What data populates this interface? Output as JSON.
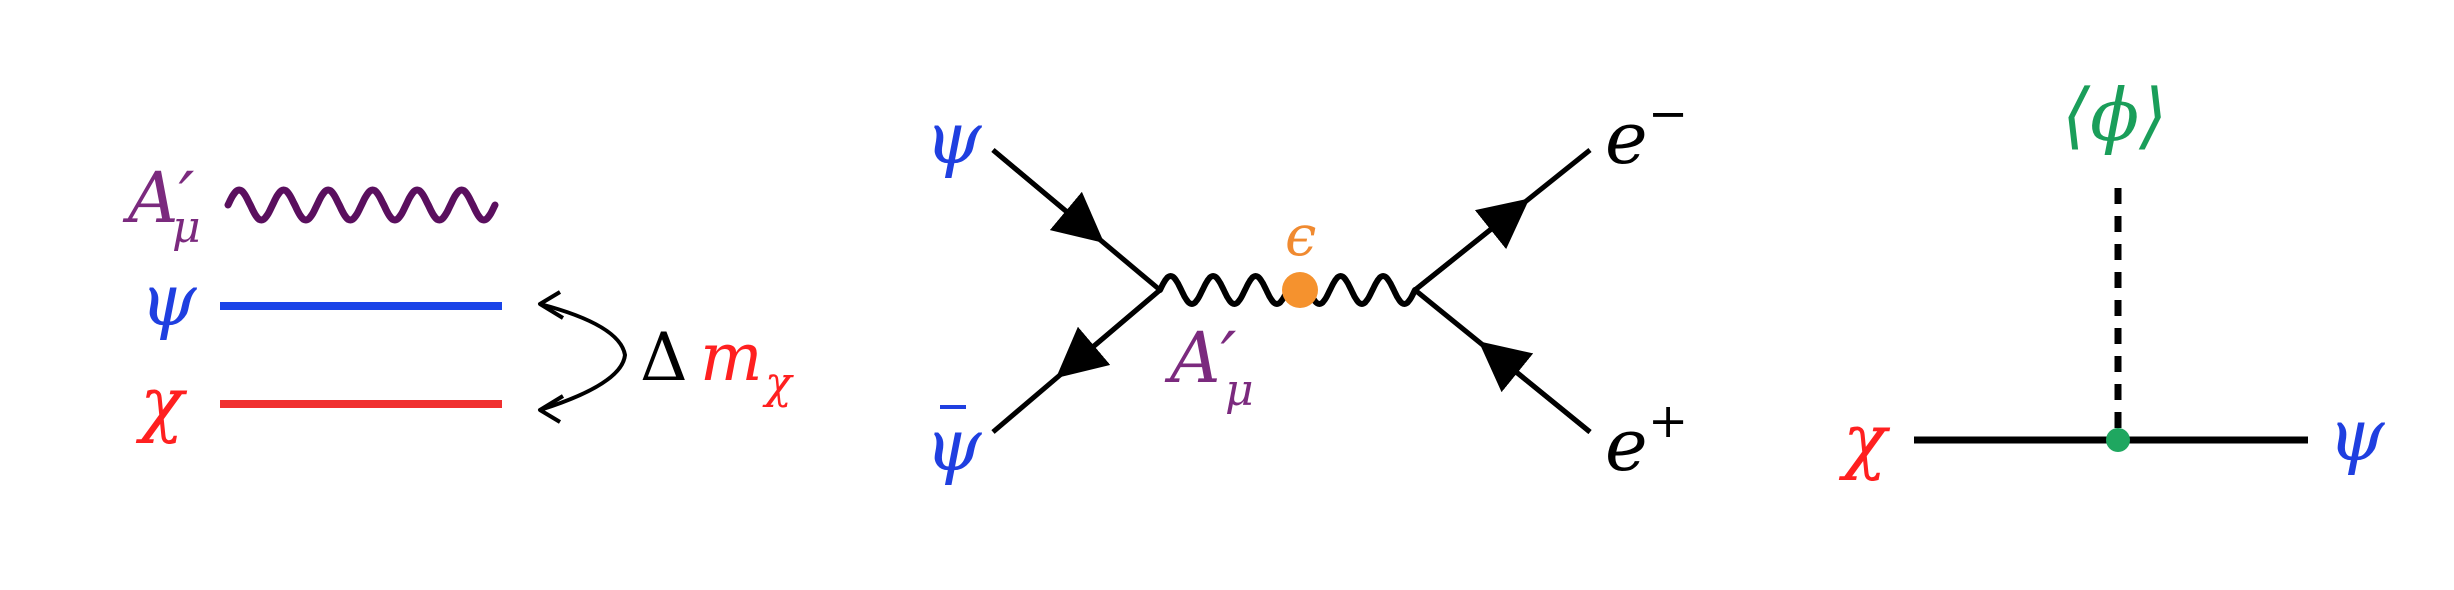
{
  "panel_spectrum": {
    "dark_photon_label": "A′",
    "dark_photon_sub": "μ",
    "psi_label": "ψ",
    "chi_label": "χ",
    "delta_symbol": "Δ",
    "delta_m": "m",
    "delta_sub": "χ"
  },
  "panel_feynman": {
    "psi_in": "ψ",
    "psibar_in": "ψ",
    "e_minus_base": "e",
    "e_minus_sup": "−",
    "e_plus_base": "e",
    "e_plus_sup": "+",
    "epsilon_label": "ϵ",
    "mediator_label": "A′",
    "mediator_sub": "μ"
  },
  "panel_vertex": {
    "vev_label": "⟨ϕ⟩",
    "chi_label": "χ",
    "psi_label": "ψ"
  },
  "colors": {
    "dark_photon": "#7b2a7e",
    "wave_dark": "#5a0f5e",
    "psi": "#1f3fe0",
    "psi_line": "#1a44e8",
    "chi": "#ff2020",
    "chi_line": "#f03030",
    "epsilon": "#f08a30",
    "vev": "#1a9e5a",
    "black": "#000000"
  }
}
